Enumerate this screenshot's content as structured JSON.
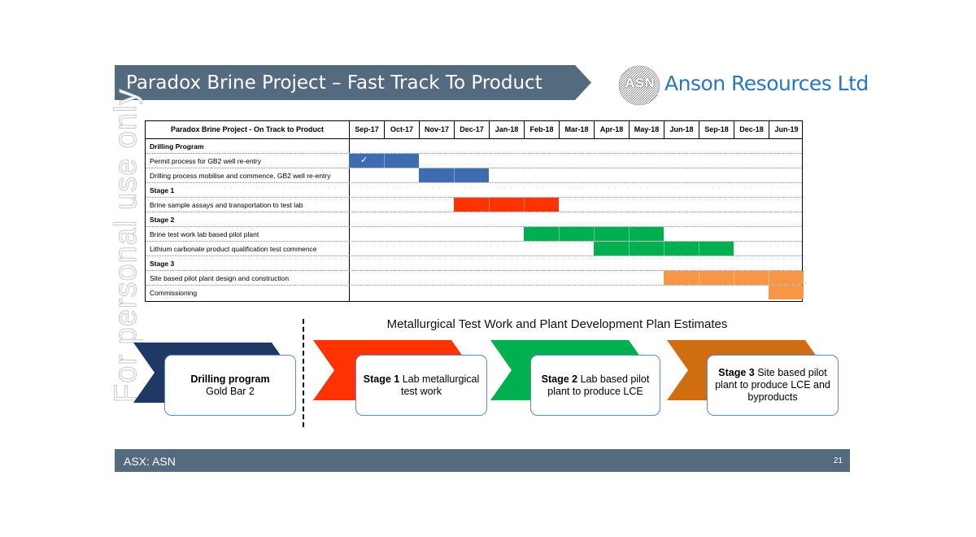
{
  "header": {
    "title": "Paradox Brine Project – Fast Track To Product",
    "banner_color": "#536a7f"
  },
  "logo": {
    "mark_text": "ASN",
    "company_name": "Anson Resources Ltd",
    "name_color": "#2a76b8"
  },
  "watermark": {
    "text": "For personal use only"
  },
  "gantt": {
    "title": "Paradox Brine Project - On Track to Product",
    "months": [
      "Sep-17",
      "Oct-17",
      "Nov-17",
      "Dec-17",
      "Jan-18",
      "Feb-18",
      "Mar-18",
      "Apr-18",
      "May-18",
      "Jun-18",
      "Sep-18",
      "Dec-18",
      "Jun-19"
    ],
    "rows": [
      {
        "label": "Drilling Program",
        "section": true
      },
      {
        "label": "Permit process for GB2 well re-entry",
        "bar": {
          "start": 0,
          "span": 2,
          "color": "#3d6cb0"
        },
        "check": "✓"
      },
      {
        "label": "Drilling process mobilise and commence, GB2 well re-entry",
        "bar": {
          "start": 2,
          "span": 2,
          "color": "#3d6cb0"
        }
      },
      {
        "label": "Stage 1",
        "section": true
      },
      {
        "label": "Brine sample assays and transportation to test lab",
        "bar": {
          "start": 3,
          "span": 3,
          "color": "#ff3300"
        }
      },
      {
        "label": "Stage 2",
        "section": true
      },
      {
        "label": "Brine test work lab based pilot plant",
        "bar": {
          "start": 5,
          "span": 4,
          "color": "#00b050"
        }
      },
      {
        "label": "Lithium carbonate product qualification test commence",
        "bar": {
          "start": 7,
          "span": 4,
          "color": "#00b050"
        }
      },
      {
        "label": "Stage 3",
        "section": true
      },
      {
        "label": "Site based pilot plant design and construction",
        "bar": {
          "start": 9,
          "span": 4,
          "color": "#f79646"
        }
      },
      {
        "label": "Commissioning",
        "bar": {
          "start": 12,
          "span": 1,
          "color": "#f79646"
        }
      }
    ]
  },
  "plan": {
    "heading": "Metallurgical Test Work and Plant Development Plan Estimates",
    "drilling": {
      "bold": "Drilling program",
      "text": "Gold Bar 2",
      "chevron_color": "#1f3864",
      "color_light": "#dbe3ee"
    },
    "stages": [
      {
        "bold": "Stage 1",
        "text": " Lab metallurgical test work",
        "chevron_color": "#ff3300",
        "color_light": "#fde2da"
      },
      {
        "bold": "Stage 2",
        "text": " Lab based pilot plant to produce LCE",
        "chevron_color": "#00b050",
        "color_light": "#d6f0de"
      },
      {
        "bold": "Stage 3",
        "text": " Site based pilot plant to produce LCE and byproducts",
        "chevron_color": "#d06d10",
        "color_light": "#f7e1cc"
      }
    ]
  },
  "footer": {
    "ticker": "ASX: ASN",
    "page_number": "21"
  }
}
